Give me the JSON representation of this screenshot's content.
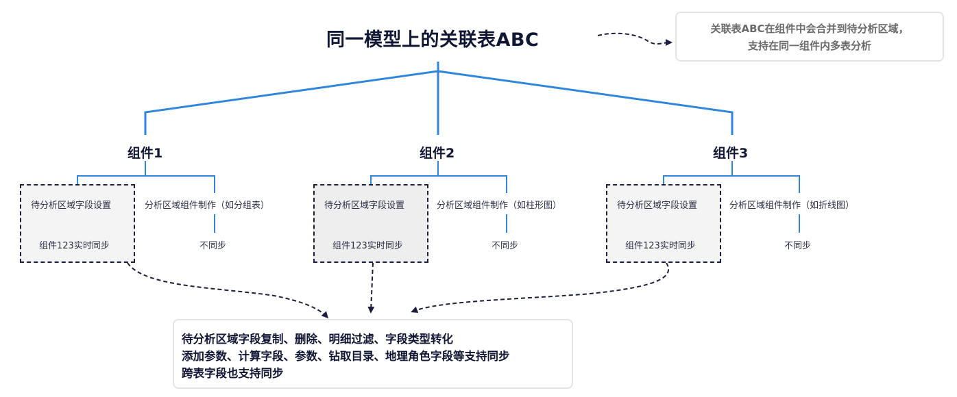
{
  "diagram": {
    "title": "同一模型上的关联表ABC",
    "note": {
      "line1": "关联表ABC在组件中会合并到待分析区域，",
      "line2": "支持在同一组件内多表分析"
    },
    "components": [
      {
        "label": "组件1",
        "settings_label": "待分析区域字段设置",
        "sync_label": "组件123实时同步",
        "chart_label": "分析区域组件制作（如分组表）",
        "nosync_label": "不同步"
      },
      {
        "label": "组件2",
        "settings_label": "待分析区域字段设置",
        "sync_label": "组件123实时同步",
        "chart_label": "分析区域组件制作（如柱形图）",
        "nosync_label": "不同步"
      },
      {
        "label": "组件3",
        "settings_label": "待分析区域字段设置",
        "sync_label": "组件123实时同步",
        "chart_label": "分析区域组件制作（如折线图）",
        "nosync_label": "不同步"
      }
    ],
    "summary": {
      "line1": "待分析区域字段复制、删除、明细过滤、字段类型转化",
      "line2": "添加参数、计算字段、参数、钻取目录、地理角色字段等支持同步",
      "line3": "跨表字段也支持同步"
    },
    "colors": {
      "tree_line": "#2f86dc",
      "dash_line": "#1b1e3d",
      "text_dark": "#101734",
      "note_text": "#6a6a6a"
    }
  }
}
